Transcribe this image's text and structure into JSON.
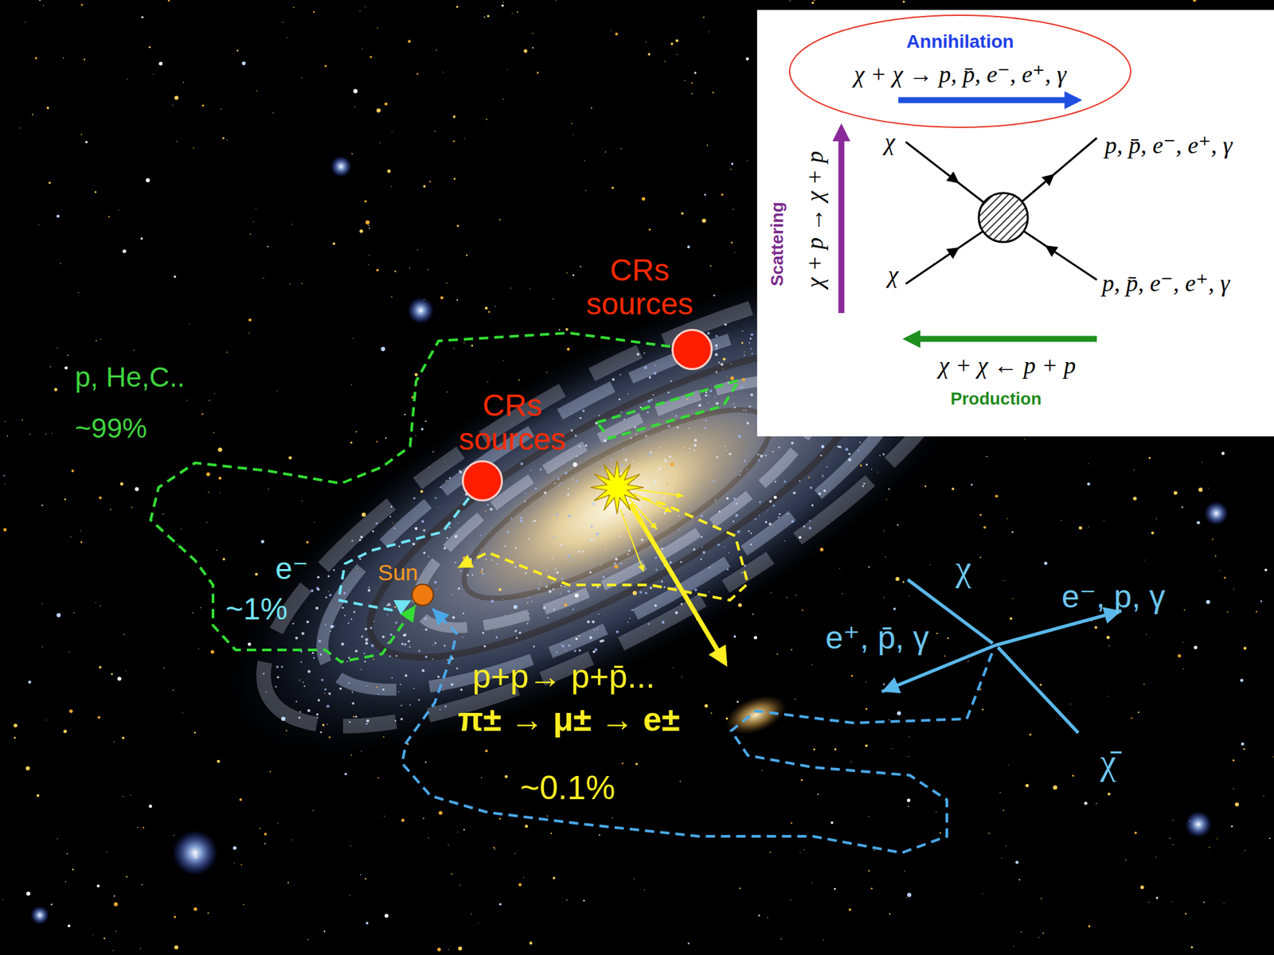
{
  "diagram": {
    "nodes": [
      {
        "text": [
          "χ",
          "p, p̄, e⁻, e⁺, γ",
          "Scattering",
          "χ + p → χ + p",
          "χ",
          "p, p̄, e⁻, e⁺, γ",
          "χ + χ ← p + p",
          "Production"
        ]
      },
      {
        "text": [
          "Annihilation",
          "χ + χ → p, p̄, e⁻, e⁺, γ"
        ],
        "in": 0
      },
      {
        "text": [
          "CRs sources"
        ]
      },
      {
        "text": [
          "CRs sources"
        ]
      },
      {
        "text": [
          "Sun"
        ]
      }
    ],
    "edges": [
      {
        "from": 2,
        "to": 4,
        "arrow": "to"
      },
      {
        "from": 3,
        "to": 4,
        "arrow": "to"
      }
    ],
    "labels": [
      "p, He,C..",
      "~99%",
      "e⁻",
      "~1%",
      "p+p→ p+p̄...",
      "π± → μ± → e±",
      "~0.1%",
      "χ",
      "e⁻, p, γ",
      "e⁺, p̄, γ",
      "χ̄"
    ]
  }
}
